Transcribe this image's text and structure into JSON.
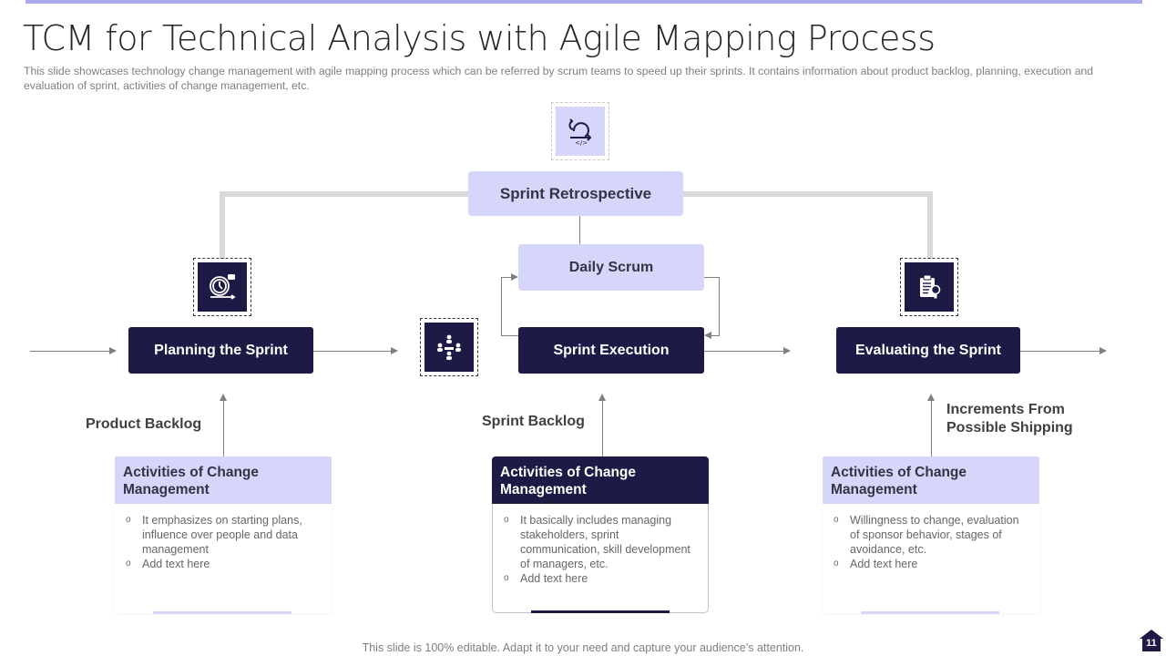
{
  "header": {
    "title": "TCM for Technical Analysis with Agile Mapping Process",
    "subtitle": "This slide showcases technology change management with agile mapping process which can be referred  by scrum teams to speed up their sprints. It contains information about product backlog, planning, execution and evaluation  of sprint, activities of change management, etc."
  },
  "diagram": {
    "top_icon": "agile-cycle-icon",
    "retrospective": "Sprint Retrospective",
    "daily_scrum": "Daily Scrum",
    "stages": [
      {
        "label": "Planning the Sprint",
        "icon": "stopwatch-icon"
      },
      {
        "label": "Sprint Execution",
        "icon": "team-meeting-icon"
      },
      {
        "label": "Evaluating the Sprint",
        "icon": "clipboard-search-icon"
      }
    ],
    "inputs": [
      {
        "label": "Product Backlog"
      },
      {
        "label": "Sprint Backlog"
      },
      {
        "label": "Increments From Possible Shipping"
      }
    ],
    "cards": [
      {
        "title": "Activities of Change Management",
        "bullets": [
          "It emphasizes on starting plans, influence over people and data management",
          "Add text here"
        ]
      },
      {
        "title": "Activities of Change Management",
        "bullets": [
          "It basically includes managing stakeholders, sprint communication, skill development of managers, etc.",
          "Add text here"
        ]
      },
      {
        "title": "Activities of Change Management",
        "bullets": [
          "Willingness to change, evaluation of sponsor behavior,  stages of avoidance,  etc.",
          "Add text here"
        ]
      }
    ],
    "bullet_glyph": "o"
  },
  "footer": {
    "note": "This slide is 100% editable. Adapt it to your need and capture your audience’s attention.",
    "page_number": "11"
  },
  "colors": {
    "accent_dark": "#1d1b46",
    "accent_light": "#d6d6fb",
    "top_bar": "#a9a9ee",
    "connector": "#d9d9d9"
  }
}
